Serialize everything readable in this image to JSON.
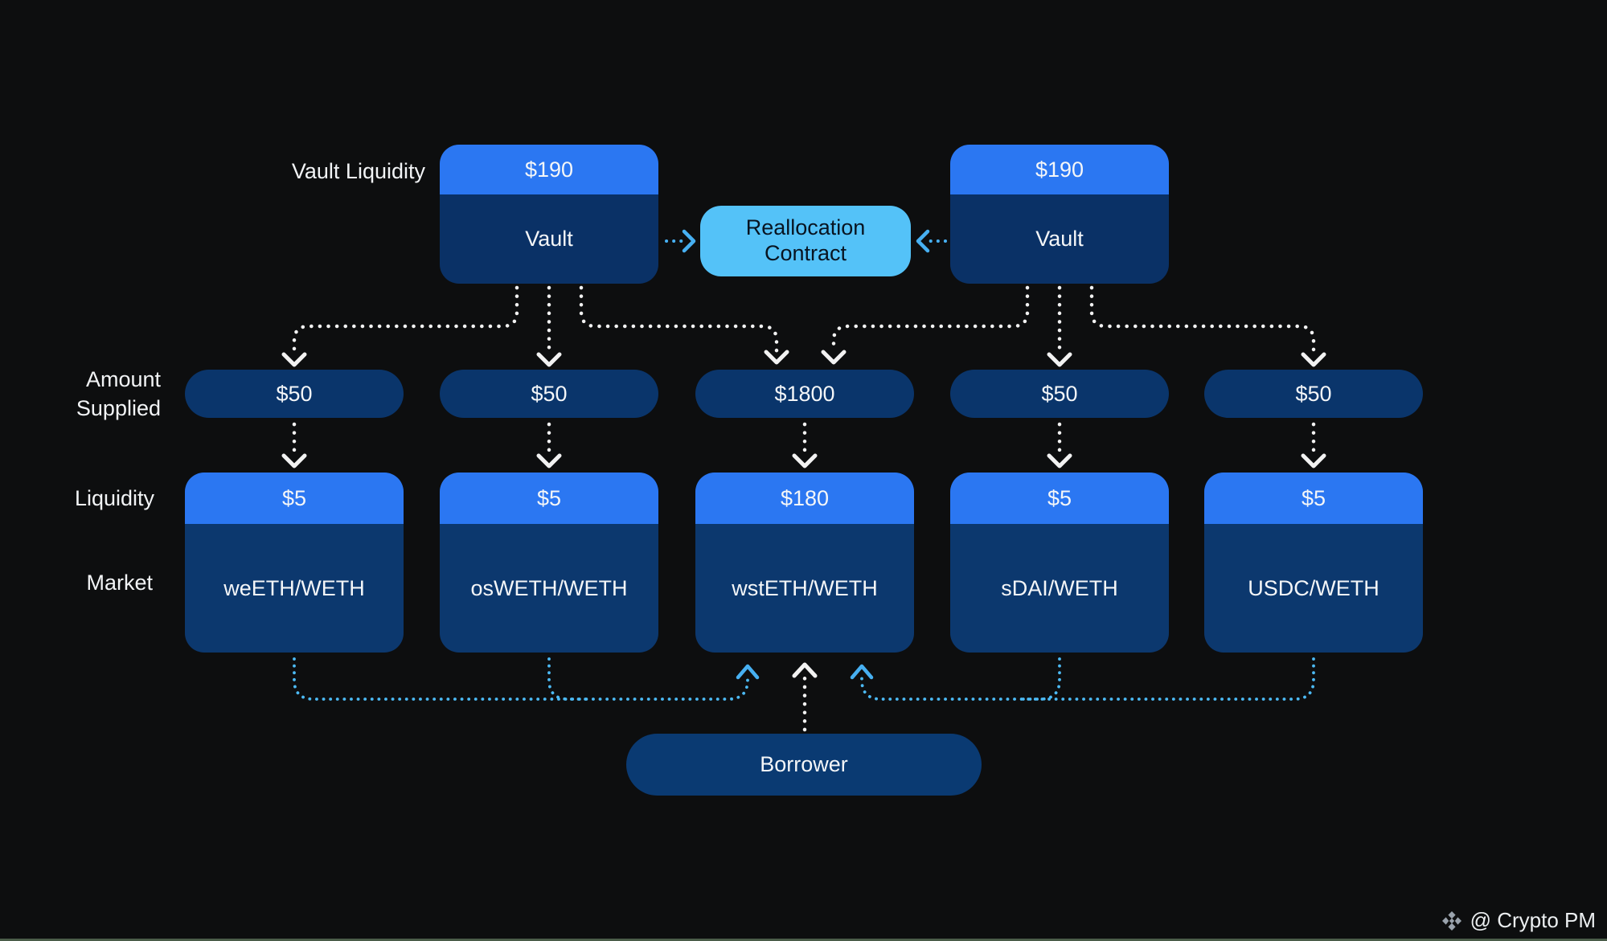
{
  "labels": {
    "vault_liquidity": "Vault Liquidity",
    "amount_supplied": "Amount\nSupplied",
    "liquidity": "Liquidity",
    "market": "Market"
  },
  "vaults": [
    {
      "amount": "$190",
      "name": "Vault"
    },
    {
      "amount": "$190",
      "name": "Vault"
    }
  ],
  "reallocation_contract": {
    "line1": "Reallocation",
    "line2": "Contract"
  },
  "amounts_supplied": [
    "$50",
    "$50",
    "$1800",
    "$50",
    "$50"
  ],
  "markets": [
    {
      "liquidity": "$5",
      "name": "weETH/WETH"
    },
    {
      "liquidity": "$5",
      "name": "osWETH/WETH"
    },
    {
      "liquidity": "$180",
      "name": "wstETH/WETH"
    },
    {
      "liquidity": "$5",
      "name": "sDAI/WETH"
    },
    {
      "liquidity": "$5",
      "name": "USDC/WETH"
    }
  ],
  "borrower": {
    "label": "Borrower"
  },
  "watermark": {
    "handle": "@ Crypto PM"
  },
  "colors": {
    "background": "#0d0e0f",
    "box_header_blue": "#2b77f2",
    "box_body_navy": "#0a3166",
    "market_body_navy": "#0c386e",
    "pill_navy": "#0a356b",
    "contract_light_blue": "#54c2f8",
    "white_arrow": "#f2f2f2",
    "blue_arrow": "#47b0f2",
    "bottom_line_green": "#4a5c49"
  }
}
